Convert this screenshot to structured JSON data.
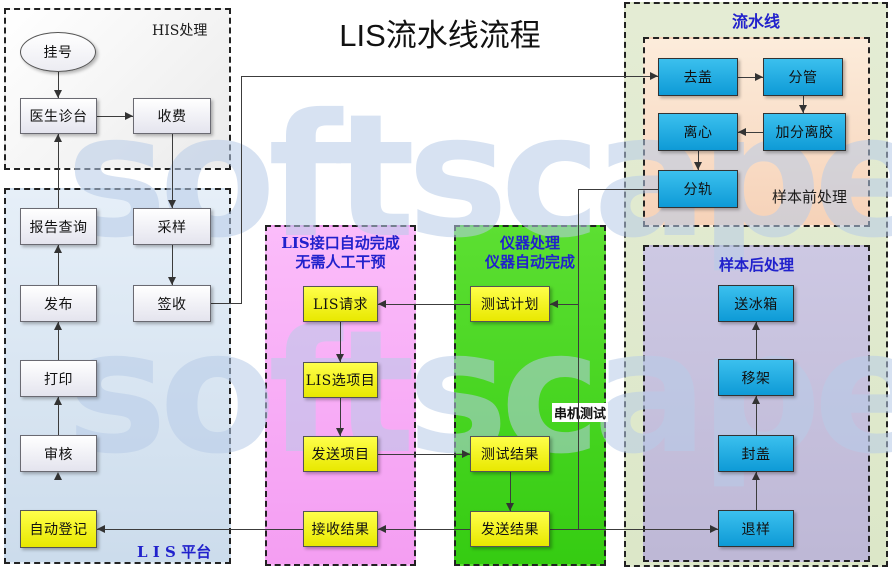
{
  "title": "LIS流水线流程",
  "watermark": {
    "text": "softscape",
    "color": "#b8cce8"
  },
  "panels": {
    "his": {
      "label": "HIS处理"
    },
    "lis_platform": {
      "label": "L I S 平台"
    },
    "lis_interface": {
      "line1": "LIS接口自动完成",
      "line2": "无需人工干预"
    },
    "instrument": {
      "line1": "仪器处理",
      "line2": "仪器自动完成"
    },
    "pipeline": {
      "label": "流水线"
    },
    "sample_pre": {
      "label": "样本前处理"
    },
    "sample_post": {
      "label": "样本后处理"
    }
  },
  "nodes": {
    "register": "挂号",
    "doctor_station": "医生诊台",
    "charge": "收费",
    "report_query": "报告查询",
    "sampling": "采样",
    "publish": "发布",
    "sign_in": "签收",
    "print": "打印",
    "review": "审核",
    "auto_register": "自动登记",
    "lis_request": "LIS请求",
    "lis_select_items": "LIS选项目",
    "send_items": "发送项目",
    "receive_results": "接收结果",
    "test_plan": "测试计划",
    "test_results": "测试结果",
    "send_results": "发送结果",
    "decap": "去盖",
    "aliquot": "分管",
    "centrifuge": "离心",
    "add_gel": "加分离胶",
    "sort_track": "分轨",
    "to_freezer": "送冰箱",
    "move_rack": "移架",
    "recap": "封盖",
    "return_sample": "退样"
  },
  "annotations": {
    "serial_test": "串机测试"
  },
  "colors": {
    "node_blue": "#129cd8",
    "node_yellow": "#f2f200",
    "panel_pink": "#f8aaf6",
    "panel_green": "#43d61c",
    "panel_peach": "#f9dcc6",
    "panel_purple": "#c6c0dc",
    "panel_lis": "#d9e6f2",
    "panel_pipeline": "#e0e9cd",
    "header_blue": "#2121cc"
  }
}
